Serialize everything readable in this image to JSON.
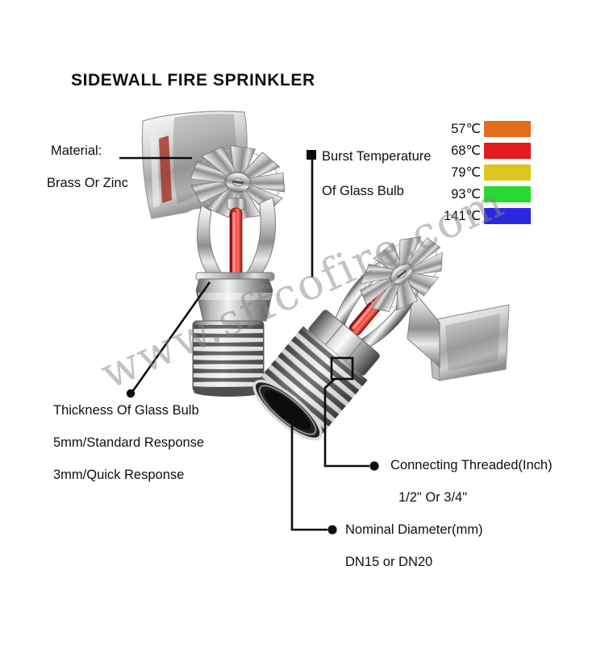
{
  "page": {
    "title": "SIDEWALL FIRE SPRINKLER",
    "watermark": "www.sffcofire.com"
  },
  "callouts": {
    "material": {
      "line1": "Material:",
      "line2": "Brass Or Zinc"
    },
    "burst_temperature": {
      "line1": "Burst Temperature",
      "line2": "Of Glass Bulb"
    },
    "glass_bulb_thickness": {
      "line1": "Thickness Of Glass Bulb",
      "line2": "5mm/Standard Response",
      "line3": "3mm/Quick Response"
    },
    "connecting_thread": {
      "line1": "Connecting Threaded(Inch)",
      "line2": "1/2\" Or 3/4\""
    },
    "nominal_diameter": {
      "line1": "Nominal Diameter(mm)",
      "line2": "DN15 or DN20"
    }
  },
  "temperature_legend": [
    {
      "label": "57℃",
      "color": "#e26d1b"
    },
    {
      "label": "68℃",
      "color": "#e01c1c"
    },
    {
      "label": "79℃",
      "color": "#dcc521"
    },
    {
      "label": "93℃",
      "color": "#2ad92e"
    },
    {
      "label": "141℃",
      "color": "#2a28df"
    }
  ],
  "colors": {
    "annotation_line": "#0d0d0d",
    "glass_bulb_red": "#d01818",
    "watermark_gray": "#888888"
  }
}
